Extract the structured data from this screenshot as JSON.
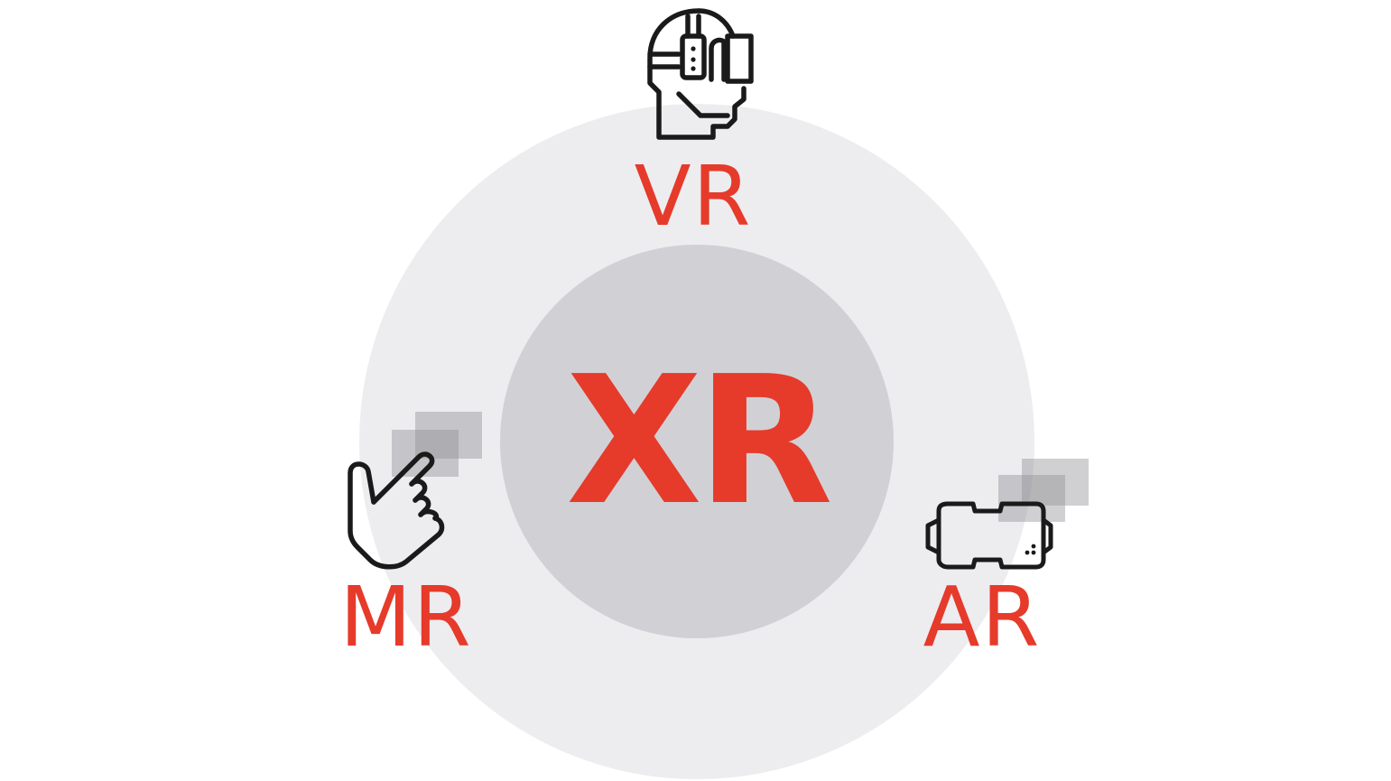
{
  "diagram": {
    "center": {
      "label": "XR"
    },
    "nodes": [
      {
        "id": "vr",
        "label": "VR",
        "icon": "vr-headset-head-icon"
      },
      {
        "id": "mr",
        "label": "MR",
        "icon": "hand-touch-icon"
      },
      {
        "id": "ar",
        "label": "AR",
        "icon": "ar-glasses-icon"
      }
    ]
  },
  "colors": {
    "accent": "#e63a2b",
    "outer_ring": "#ededf0",
    "inner_circle": "#d1d1d5",
    "icon_stroke": "#1a1a1a",
    "overlay_card": "#8f8f94"
  }
}
